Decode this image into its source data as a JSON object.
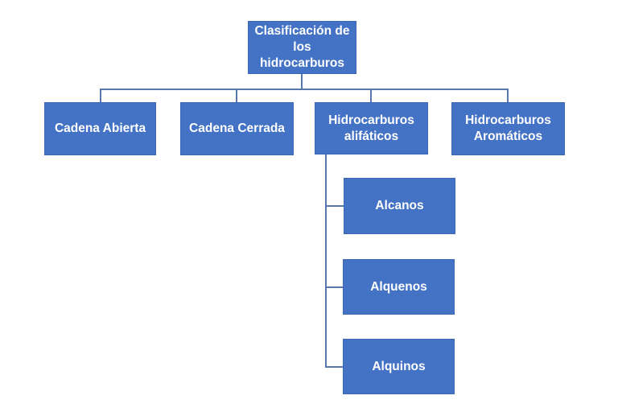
{
  "diagram": {
    "type": "org-chart",
    "title": "Clasificación de los hidrocarburos",
    "colors": {
      "box_fill": "#4472C4",
      "box_text": "#FFFFFF",
      "connector": "#5878AB",
      "background": "#FFFFFF"
    },
    "root": {
      "id": "clasificacion",
      "label": "Clasificación de\nlos\nhidrocarburos"
    },
    "level2": [
      {
        "id": "cadena-abierta",
        "label": "Cadena Abierta",
        "parent": "clasificacion"
      },
      {
        "id": "cadena-cerrada",
        "label": "Cadena Cerrada",
        "parent": "clasificacion"
      },
      {
        "id": "hidrocarburos-alifaticos",
        "label": "Hidrocarburos\nalifáticos",
        "parent": "clasificacion"
      },
      {
        "id": "hidrocarburos-aromaticos",
        "label": "Hidrocarburos\nAromáticos",
        "parent": "clasificacion"
      }
    ],
    "level3": [
      {
        "id": "alcanos",
        "label": "Alcanos",
        "parent": "hidrocarburos-alifaticos"
      },
      {
        "id": "alquenos",
        "label": "Alquenos",
        "parent": "hidrocarburos-alifaticos"
      },
      {
        "id": "alquinos",
        "label": "Alquinos",
        "parent": "hidrocarburos-alifaticos"
      }
    ]
  }
}
